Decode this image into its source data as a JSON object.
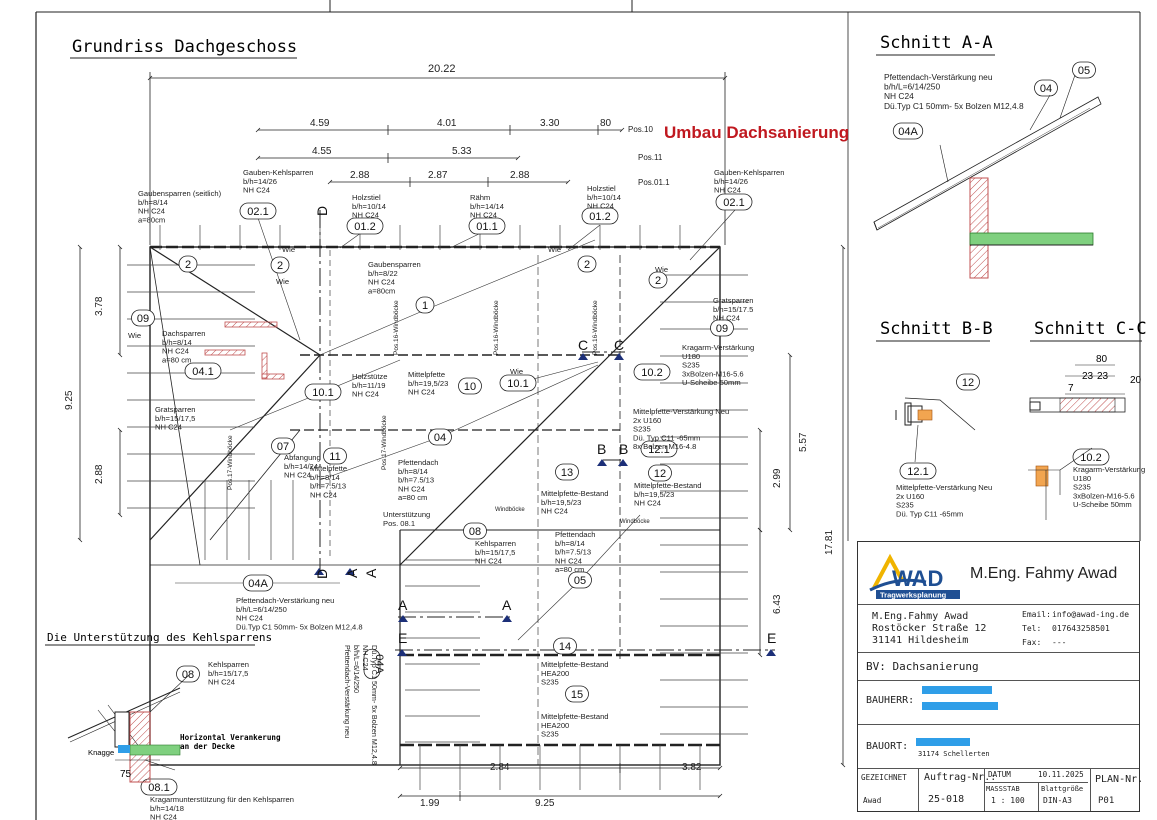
{
  "title": "Grundriss Dachgeschoss",
  "banner": "Umbau Dachsanierung",
  "sections": {
    "aa": "Schnitt A-A",
    "bb": "Schnitt B-B",
    "cc": "Schnitt C-C",
    "kehl": "Die Unterstützung des Kehlsparrens"
  },
  "dims": {
    "top_total": "20.22",
    "r1": [
      "4.59",
      "4.01",
      "3.30",
      "80"
    ],
    "r2": [
      "4.55",
      "5.33"
    ],
    "r3": [
      "2.88",
      "2.87",
      "2.88"
    ],
    "left": [
      "3.78",
      "9.25",
      "2.88"
    ],
    "right": [
      "5.57",
      "2.99",
      "17.81",
      "6.43"
    ],
    "bottom": [
      "2.84",
      "3.82",
      "1.99",
      "9.25"
    ],
    "kehl_75": "75",
    "cc": [
      "80",
      "23",
      "23",
      "7",
      "20"
    ]
  },
  "pos_labels": [
    "Pos.10",
    "Pos.11",
    "Pos.01.1"
  ],
  "tags": [
    "02.1",
    "01.2",
    "01.1",
    "01.2",
    "02.1",
    "2",
    "2",
    "2",
    "2",
    "1",
    "09",
    "09",
    "04.1",
    "10.1",
    "10.1",
    "10.2",
    "10",
    "04",
    "07",
    "11",
    "13",
    "12.1",
    "12",
    "08",
    "05",
    "04A",
    "14",
    "15",
    "04A",
    "05",
    "04",
    "04A",
    "12",
    "12.1",
    "10.2",
    "08",
    "08.1"
  ],
  "section_letters": [
    "D",
    "D",
    "C",
    "C",
    "B",
    "B",
    "A",
    "A",
    "A",
    "A",
    "E",
    "E"
  ],
  "notes": {
    "n_gaub_l": [
      "Gauben-Kehlsparren",
      "b/h=14/26",
      "NH C24"
    ],
    "n_gaubs": [
      "Gaubensparren (seitlich)",
      "b/h=8/14",
      "NH C24",
      "a=80cm"
    ],
    "n_holz1": [
      "Holzstiel",
      "b/h=10/14",
      "NH C24"
    ],
    "n_rahm": [
      "Rähm",
      "b/h=14/14",
      "NH C24"
    ],
    "n_holz2": [
      "Holzstiel",
      "b/h=10/14",
      "NH C24"
    ],
    "n_gaub_r": [
      "Gauben-Kehlsparren",
      "b/h=14/26",
      "NH C24"
    ],
    "n_gaubsp": [
      "Gaubensparren",
      "b/h=8/22",
      "NH C24",
      "a=80cm"
    ],
    "n_grat_r": [
      "Gratsparren",
      "b/h=15/17.5",
      "NH C24"
    ],
    "n_dach": [
      "Dachsparren",
      "b/h=8/14",
      "NH C24",
      "a=80 cm"
    ],
    "n_kragarm": [
      "Kragarm-Verstärkung",
      "U180",
      "S235",
      "3xBolzen-M16-5.6",
      "U-Scheibe  50mm"
    ],
    "n_holzst": [
      "Holzstütze",
      "b/h=11/19",
      "NH C24"
    ],
    "n_mpf1": [
      "Mittelpfette",
      "b/h=19,5/23",
      "NH C24"
    ],
    "n_mpfv": [
      "Mittelpfette-Verstärkung Neu",
      "2x U160",
      "S235",
      "Dü. Typ C11 -65mm",
      "8x Bolzen M16-4.8"
    ],
    "n_grat_l": [
      "Gratsparren",
      "b/h=15/17,5",
      "NH C24"
    ],
    "n_abf": [
      "Abfangung",
      "b/h=14/24",
      "NH C24"
    ],
    "n_mpf2": [
      "Mittelpfette",
      "b/h=8/14",
      "b/h=7.5/13",
      "NH C24"
    ],
    "n_pfd1": [
      "Pfettendach",
      "b/h=8/14",
      "b/h=7.5/13",
      "NH C24",
      "a=80 cm"
    ],
    "n_mpfb1": [
      "Mittelpfette-Bestand",
      "b/h=19,5/23",
      "NH C24"
    ],
    "n_mpfb2": [
      "Mittelpfette-Bestand",
      "b/h=19,5/23",
      "NH C24"
    ],
    "n_unt": [
      "Unterstützung",
      "Pos. 08.1"
    ],
    "n_kehl1": [
      "Kehlsparren",
      "b/h=15/17,5",
      "NH C24"
    ],
    "n_pfd2": [
      "Pfettendach",
      "b/h=8/14",
      "b/h=7.5/13",
      "NH C24",
      "a=80 cm"
    ],
    "n_pfdv": [
      "Pfettendach-Verstärkung neu",
      "b/h/L=6/14/250",
      "NH C24",
      "Dü.Typ C1 50mm- 5x Bolzen M12,4.8"
    ],
    "n_mpfb3": [
      "Mittelpfette-Bestand",
      "HEA200",
      "S235"
    ],
    "n_mpfb4": [
      "Mittelpfette-Bestand",
      "HEA200",
      "S235"
    ],
    "n_aa": [
      "Pfettendach-Verstärkung neu",
      "b/h/L=6/14/250",
      "NH C24",
      "Dü.Typ C1 50mm- 5x Bolzen M12,4.8"
    ],
    "n_bb": [
      "Mittelpfette-Verstärkung Neu",
      "2x U160",
      "S235",
      "Dü. Typ C11 -65mm"
    ],
    "n_cc": [
      "Kragarm-Verstärkung",
      "U180",
      "S235",
      "3xBolzen-M16-5.6",
      "U-Scheibe  50mm"
    ],
    "n_kehlbox": [
      "Kehlsparren",
      "b/h=15/17,5",
      "NH C24"
    ],
    "n_krag": [
      "Kragarmunterstützung für den Kehlsparren",
      "b/h=14/18",
      "NH C24"
    ]
  },
  "vertical": {
    "v_pfdv": [
      "Pfettendach-Verstärkung neu",
      "b/h/L=6/14/250",
      "NH C24",
      "Dü.Typ C1 50mm- 5x Bolzen M12,4.8"
    ],
    "wind": [
      "Pos.16-Windböcke",
      "Pos.16-Windböcke",
      "Pos.16-Windböcke",
      "Pos.17-Windböcke",
      "Pos.17-Windböcke"
    ]
  },
  "misc": {
    "wie": [
      "Wie",
      "Wie",
      "Wie",
      "Wie",
      "Wie",
      "Wie"
    ],
    "windboecke": [
      "Windböcke",
      "Windböcke"
    ],
    "horiz": [
      "Horizontal Verankerung",
      "an der  Decke"
    ],
    "knagge": "Knagge"
  },
  "titleblock": {
    "company": "M.Eng. Fahmy Awad",
    "logo_text": "WAD",
    "logo_sub": "Tragwerksplanung",
    "addr": [
      "M.Eng.Fahmy Awad",
      "Rostöcker Straße 12",
      "31141 Hildesheim"
    ],
    "contact_labels": [
      "Email:",
      "Tel:",
      "Fax:"
    ],
    "contact_values": [
      "info@awad-ing.de",
      "017643258501",
      "---"
    ],
    "bv": "BV: Dachsanierung",
    "bauherr": "BAUHERR:",
    "bauort": "BAUORT:",
    "bauort_val": "31174 Schellerten",
    "gezeichnet": "GEZEICHNET",
    "gez_val": "Awad",
    "auftrag": "Auftrag-Nr.:",
    "auftrag_val": "25-018",
    "datum": "DATUM",
    "datum_val": "10.11.2025",
    "massstab": "MASSSTAB",
    "massstab_val": "1 : 100",
    "blatt": "Blattgröße",
    "blatt_val": "DIN-A3",
    "plan": "PLAN-Nr.",
    "plan_val": "P01"
  },
  "colors": {
    "banner": "#c0181f",
    "logo_blue": "#1f4f93",
    "logo_yellow": "#f0b400",
    "redact": "#2f9ee8",
    "green": "#7fd07f",
    "wall": "#e8a0a0"
  }
}
